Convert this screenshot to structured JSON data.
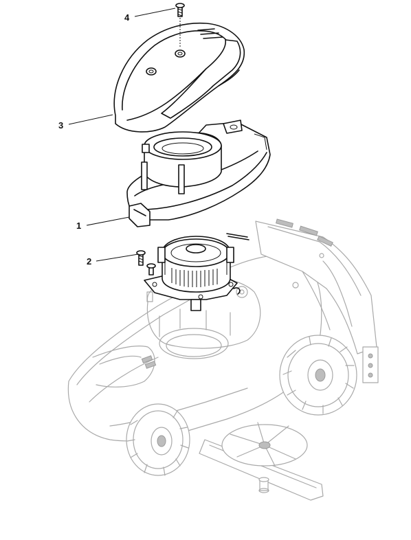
{
  "callouts": [
    {
      "id": "part-4",
      "label": "4"
    },
    {
      "id": "part-3",
      "label": "3"
    },
    {
      "id": "part-1",
      "label": "1"
    },
    {
      "id": "part-2",
      "label": "2"
    }
  ]
}
